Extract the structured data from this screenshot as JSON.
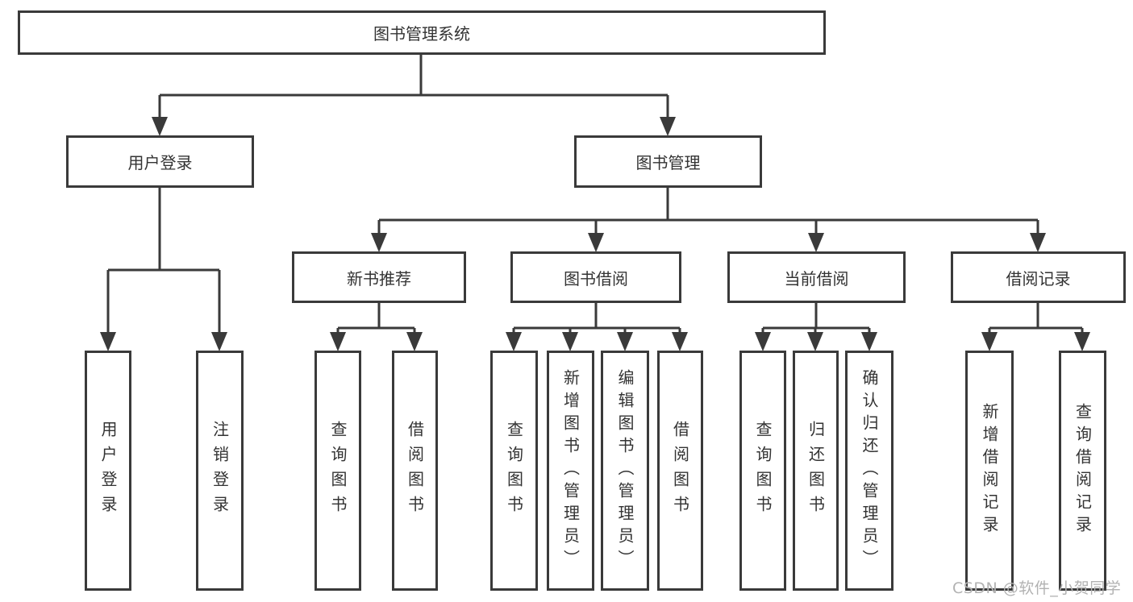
{
  "diagram": {
    "root": "图书管理系统",
    "branches": [
      {
        "label": "用户登录",
        "leaves": [
          "用户登录",
          "注销登录"
        ]
      },
      {
        "label": "图书管理",
        "groups": [
          {
            "label": "新书推荐",
            "leaves": [
              "查询图书",
              "借阅图书"
            ]
          },
          {
            "label": "图书借阅",
            "leaves": [
              "查询图书",
              "新增图书（管理员）",
              "编辑图书（管理员）",
              "借阅图书"
            ]
          },
          {
            "label": "当前借阅",
            "leaves": [
              "查询图书",
              "归还图书",
              "确认归还（管理员）"
            ]
          },
          {
            "label": "借阅记录",
            "leaves": [
              "新增借阅记录",
              "查询借阅记录"
            ]
          }
        ]
      }
    ]
  },
  "watermark": "CSDN @软件_小贺同学",
  "colors": {
    "line": "#3a3a3a",
    "text": "#333333",
    "watermark": "#b2b2b2",
    "background": "#ffffff"
  }
}
